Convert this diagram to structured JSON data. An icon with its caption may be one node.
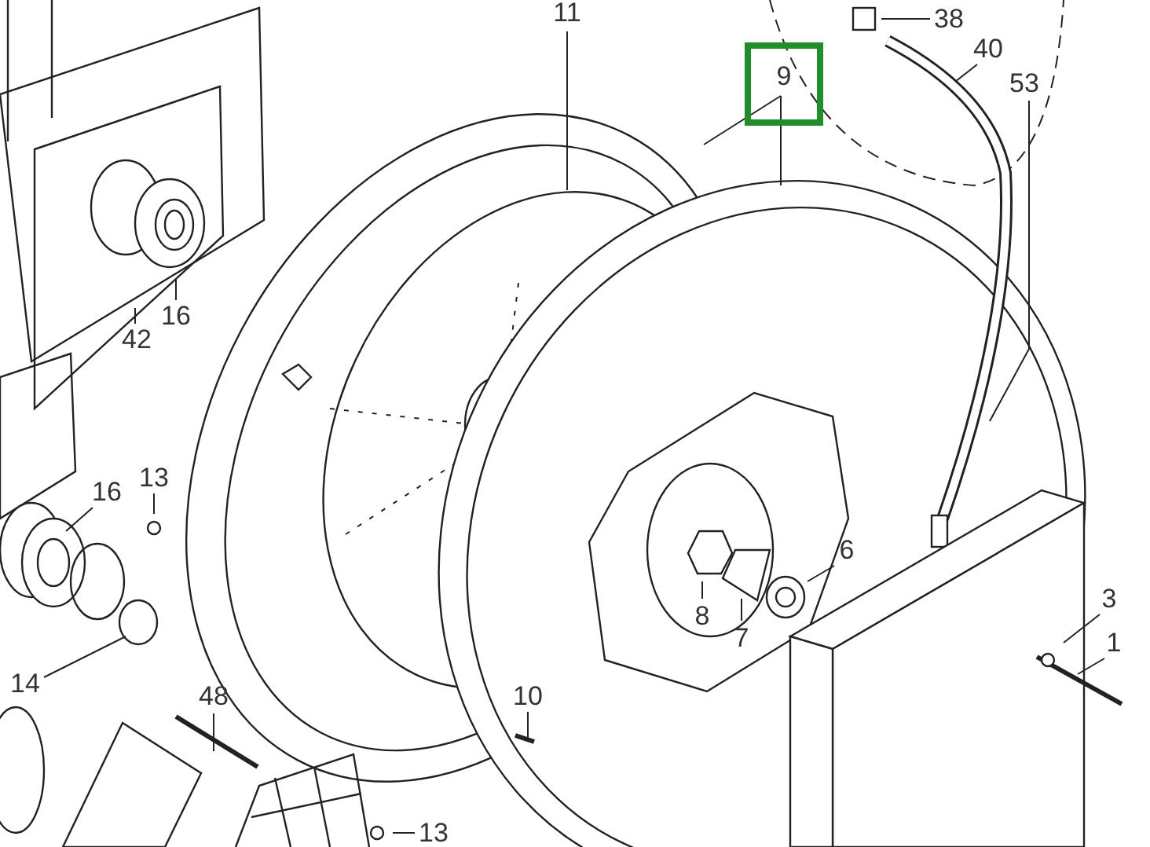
{
  "diagram": {
    "nodes": [
      {
        "text": [
          "38"
        ]
      },
      {
        "text": [
          "11"
        ]
      },
      {
        "text": [
          "9"
        ]
      },
      {
        "text": [
          "40"
        ]
      },
      {
        "text": [
          "53"
        ]
      },
      {
        "text": [
          "16"
        ]
      },
      {
        "text": [
          "42"
        ]
      },
      {
        "text": [
          "13"
        ]
      },
      {
        "text": [
          "16"
        ]
      },
      {
        "text": [
          "6"
        ]
      },
      {
        "text": [
          "3"
        ]
      },
      {
        "text": [
          "8"
        ]
      },
      {
        "text": [
          "7"
        ]
      },
      {
        "text": [
          "1"
        ]
      },
      {
        "text": [
          "14"
        ]
      },
      {
        "text": [
          "48"
        ]
      },
      {
        "text": [
          "10"
        ]
      },
      {
        "text": [
          "13"
        ]
      }
    ],
    "edges": [
      {
        "from": 0,
        "to": null,
        "arrow": "none"
      },
      {
        "from": 1,
        "to": null,
        "arrow": "none"
      },
      {
        "from": 2,
        "to": null,
        "arrow": "none"
      },
      {
        "from": 2,
        "to": null,
        "arrow": "none"
      },
      {
        "from": 3,
        "to": null,
        "arrow": "none"
      },
      {
        "from": 4,
        "to": null,
        "arrow": "none"
      },
      {
        "from": 5,
        "to": null,
        "arrow": "none"
      },
      {
        "from": 6,
        "to": null,
        "arrow": "none"
      },
      {
        "from": 7,
        "to": null,
        "arrow": "none"
      },
      {
        "from": 8,
        "to": null,
        "arrow": "none"
      },
      {
        "from": 9,
        "to": null,
        "arrow": "none"
      },
      {
        "from": 10,
        "to": null,
        "arrow": "none"
      },
      {
        "from": 11,
        "to": null,
        "arrow": "none"
      },
      {
        "from": 12,
        "to": null,
        "arrow": "none"
      },
      {
        "from": 13,
        "to": null,
        "arrow": "none"
      },
      {
        "from": 14,
        "to": null,
        "arrow": "none"
      },
      {
        "from": 15,
        "to": null,
        "arrow": "none"
      },
      {
        "from": 16,
        "to": null,
        "arrow": "none"
      },
      {
        "from": 17,
        "to": null,
        "arrow": "none"
      }
    ]
  }
}
